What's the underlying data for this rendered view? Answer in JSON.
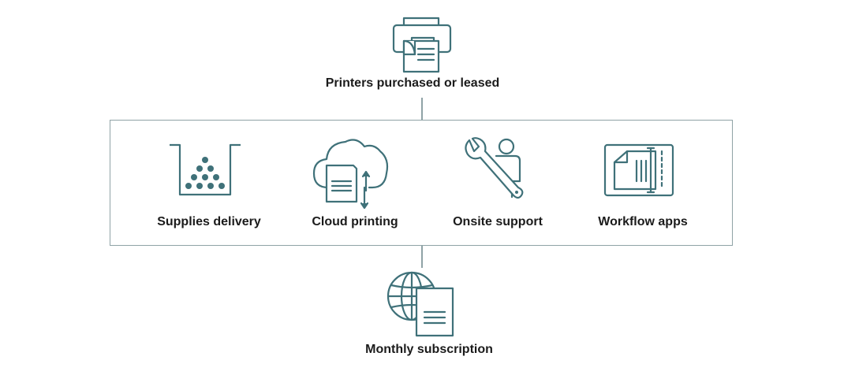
{
  "top": {
    "label": "Printers purchased or leased",
    "icon": "printer-icon"
  },
  "services": [
    {
      "label": "Supplies delivery",
      "icon": "supplies-bin-icon"
    },
    {
      "label": "Cloud printing",
      "icon": "cloud-document-icon"
    },
    {
      "label": "Onsite support",
      "icon": "wrench-person-icon"
    },
    {
      "label": "Workflow apps",
      "icon": "document-scan-icon"
    }
  ],
  "bottom": {
    "label": "Monthly subscription",
    "icon": "globe-document-icon"
  },
  "colors": {
    "icon_stroke": "#3f7179",
    "connector": "#8fa3a6",
    "text": "#1b1b1b"
  }
}
